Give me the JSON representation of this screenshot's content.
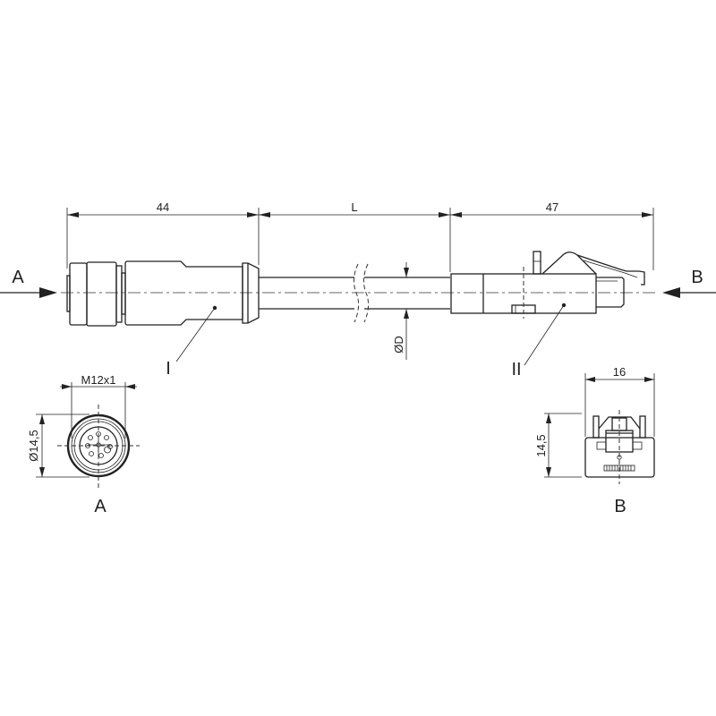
{
  "dimensions": {
    "length_connector_I": "44",
    "cable_length": "L",
    "length_connector_II": "47",
    "cable_diameter": "ØD",
    "thread": "M12x1",
    "diameter_A": "Ø14,5",
    "width_B": "16",
    "height_B": "14,5"
  },
  "labels": {
    "view_arrow_A": "A",
    "view_arrow_B": "B",
    "connector_I": "I",
    "connector_II": "II",
    "view_A_caption": "A",
    "view_B_caption": "B"
  }
}
